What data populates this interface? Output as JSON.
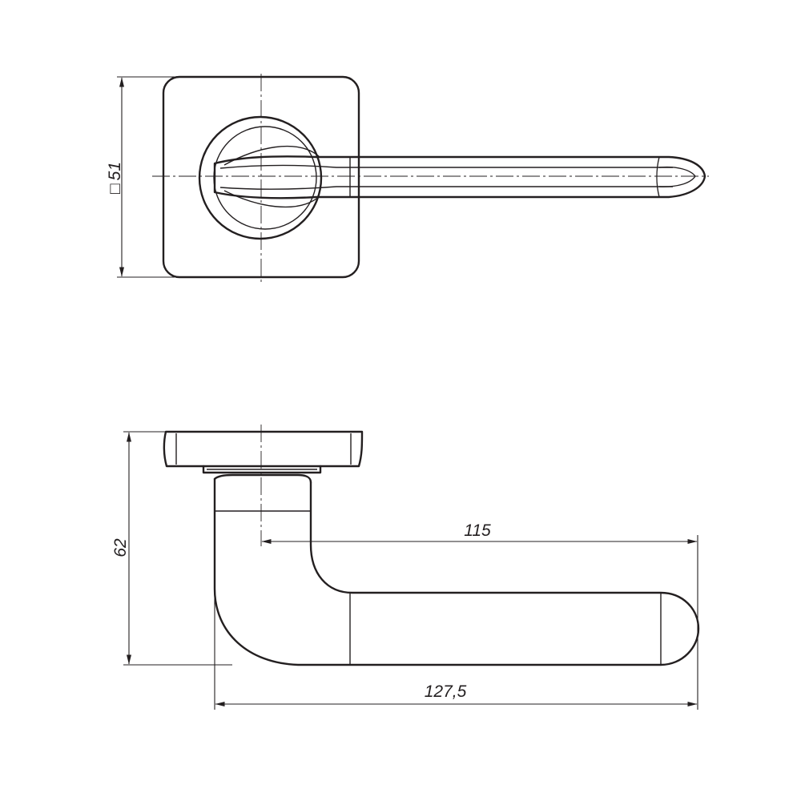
{
  "views": {
    "top": {
      "rosette_dimension": "51",
      "rosette_dimension_symbol": "□"
    },
    "side": {
      "height_dimension": "62",
      "reach_dimension": "115",
      "total_length_dimension": "127,5"
    }
  },
  "colors": {
    "line": "#231f20",
    "background": "#ffffff"
  }
}
